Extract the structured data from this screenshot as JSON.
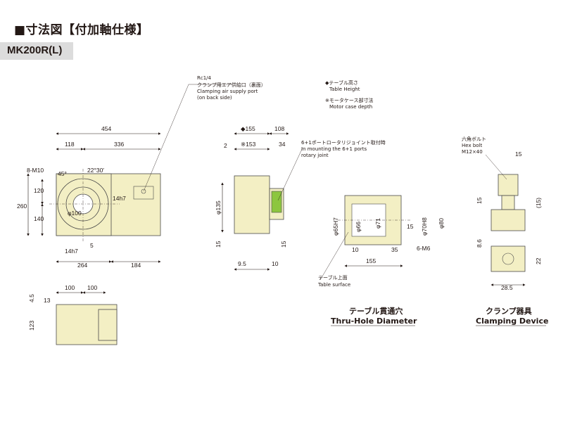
{
  "title": "■寸法図【付加軸仕様】",
  "model": "MK200R(L)",
  "legend": {
    "table_height_jp": "◆テーブル高さ",
    "table_height_en": "Table Height",
    "motor_case_jp": "※モータケース部寸法",
    "motor_case_en": "Motor case depth"
  },
  "callouts": {
    "rc": "Rc1/4",
    "clamp_air_jp": "クランプ用エア供給口（裏面）",
    "clamp_air_en1": "Clamping air supply port",
    "clamp_air_en2": "(on back side)",
    "joint_jp": "6+1ポートロータリジョイント取付時",
    "joint_en1": "In mounting the 6+1 ports",
    "joint_en2": "rotary joint",
    "surface_jp": "テーブル上面",
    "surface_en": "Table surface",
    "bolt_jp": "六角ボルト",
    "bolt_en1": "Hex bolt",
    "bolt_en2": "M12×40"
  },
  "dims": {
    "front": {
      "d454": "454",
      "d118": "118",
      "d336": "336",
      "m10": "8-M10",
      "a45": "45°",
      "a22": "22°30′",
      "d260": "260",
      "d120": "120",
      "d140": "140",
      "d100": "φ100",
      "h7a": "14h7",
      "h7b": "14h7",
      "d5": "5",
      "d264": "264",
      "d184": "184"
    },
    "side": {
      "d155": "◆155",
      "d108": "108",
      "d2": "2",
      "d153": "※153",
      "d34": "34",
      "d135": "φ135",
      "d15a": "15",
      "d15b": "15",
      "d95": "9.5",
      "d10": "10"
    },
    "plan": {
      "d100a": "100",
      "d100b": "100",
      "d13": "13",
      "d45": "4.5",
      "d123": "123"
    },
    "thru": {
      "d65": "φ65H7",
      "d66": "φ66",
      "d71": "φ71",
      "d15": "15",
      "d70": "φ70H8",
      "d80": "φ80",
      "d10": "10",
      "d35": "35",
      "m6": "6-M6",
      "d155": "155"
    },
    "clamp": {
      "d15a": "15",
      "d15b": "15",
      "d15c": "(15)",
      "d86": "8.6",
      "d22": "22",
      "d285": "28.5"
    }
  },
  "captions": {
    "thru_jp": "テーブル貫通穴",
    "thru_en": "Thru-Hole Diameter",
    "clamp_jp": "クランプ器具",
    "clamp_en": "Clamping Device"
  },
  "colors": {
    "body": "#f3efc4",
    "joint": "#8dc63f",
    "band": "#dcdcdc"
  }
}
